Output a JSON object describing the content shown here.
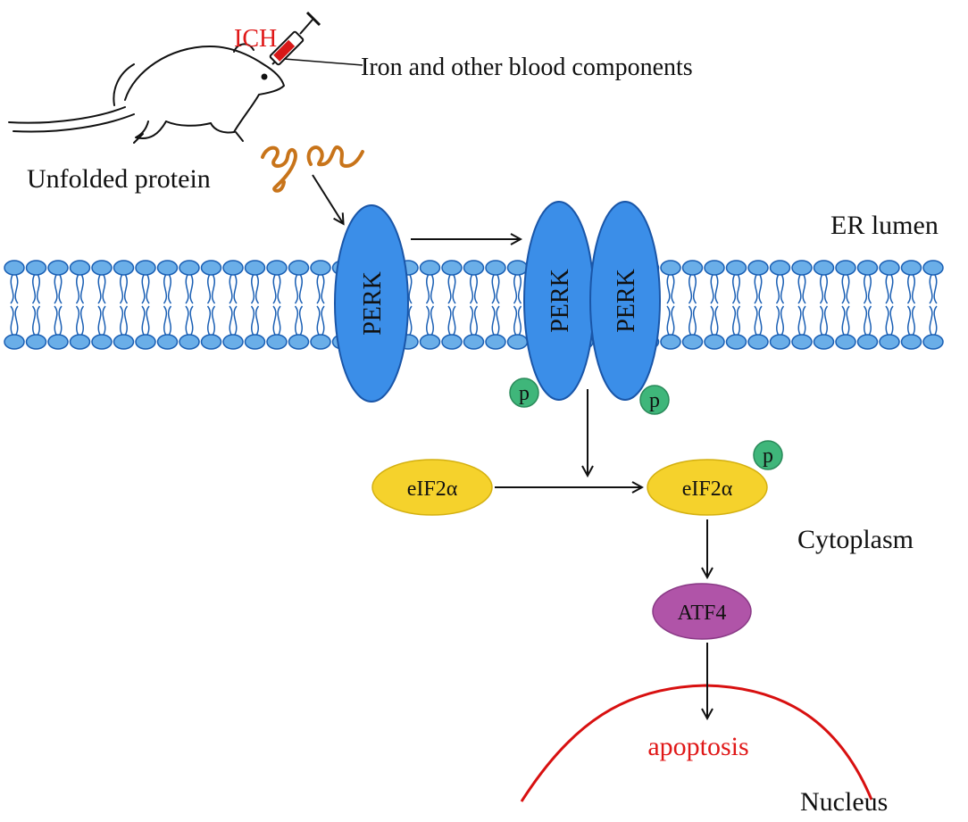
{
  "labels": {
    "ich": "ICH",
    "iron": "Iron and other blood components",
    "unfolded_protein": "Unfolded protein",
    "er_lumen": "ER lumen",
    "cytoplasm": "Cytoplasm",
    "nucleus": "Nucleus",
    "apoptosis": "apoptosis"
  },
  "proteins": {
    "perk": "PERK",
    "eif2a": "eIF2α",
    "atf4": "ATF4",
    "phospho": "p"
  },
  "colors": {
    "membrane_fill": "#6aaee8",
    "membrane_stroke": "#1a5fb4",
    "perk_fill": "#3b8ee8",
    "perk_stroke": "#1a56a8",
    "eif2a_fill": "#f5d22c",
    "atf4_fill": "#b054a8",
    "phospho_fill": "#3fb67a",
    "protein_squiggle": "#c8741a",
    "red_text": "#e01818",
    "nucleus_line": "#d81010"
  }
}
